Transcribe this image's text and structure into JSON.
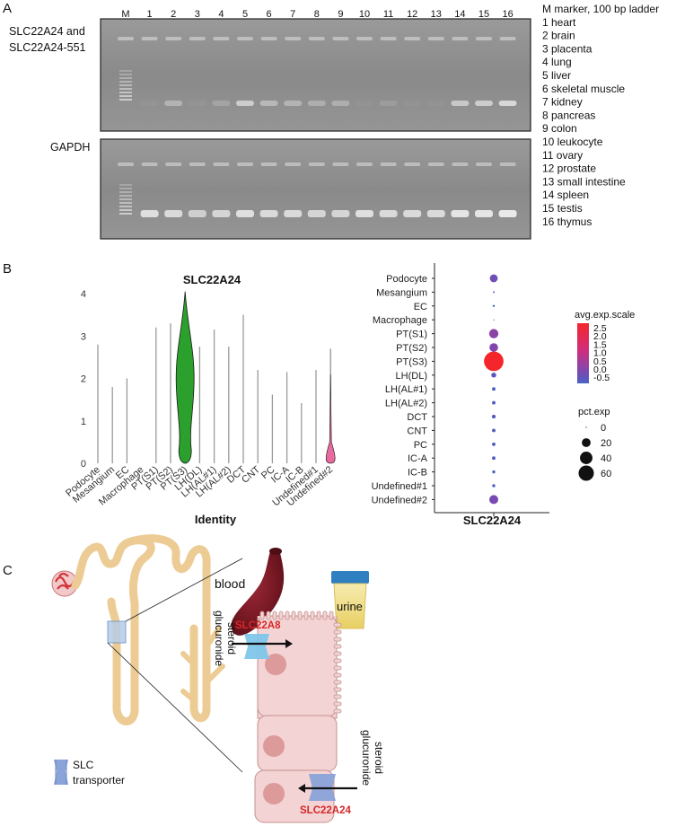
{
  "panels": {
    "a": "A",
    "b": "B",
    "c": "C"
  },
  "gel": {
    "title_line1": "SLC22A24 and",
    "title_line2": "SLC22A24-551",
    "gapdh_label": "GAPDH",
    "lanes": [
      "M",
      "1",
      "2",
      "3",
      "4",
      "5",
      "6",
      "7",
      "8",
      "9",
      "10",
      "11",
      "12",
      "13",
      "14",
      "15",
      "16"
    ],
    "slc_band_intensity": [
      0,
      0.05,
      0.35,
      0.05,
      0.2,
      0.6,
      0.4,
      0.35,
      0.3,
      0.3,
      0.03,
      0.12,
      0.03,
      0.03,
      0.55,
      0.6,
      0.7
    ],
    "gapdh_band_intensity": [
      0,
      0.75,
      0.7,
      0.6,
      0.65,
      0.75,
      0.7,
      0.7,
      0.65,
      0.65,
      0.75,
      0.7,
      0.7,
      0.7,
      0.8,
      0.8,
      0.85
    ],
    "legend": [
      "M marker, 100 bp ladder",
      "1 heart",
      "2 brain",
      "3 placenta",
      "4 lung",
      "5 liver",
      "6 skeletal muscle",
      "7 kidney",
      "8 pancreas",
      "9 colon",
      "10 leukocyte",
      "11 ovary",
      "12 prostate",
      "13 small intestine",
      "14 spleen",
      "15 testis",
      "16 thymus"
    ]
  },
  "chart_data": [
    {
      "type": "violin",
      "title": "SLC22A24",
      "xlabel": "Identity",
      "ylabel": "",
      "ylim": [
        0,
        4.2
      ],
      "yticks": [
        "0",
        "1",
        "2",
        "3",
        "4"
      ],
      "categories": [
        "Podocyte",
        "Mesangium",
        "EC",
        "Macrophage",
        "PT(S1)",
        "PT(S2)",
        "PT(S3)",
        "LH(DL)",
        "LH(AL#1)",
        "LH(AL#2)",
        "DCT",
        "CNT",
        "PC",
        "IC-A",
        "IC-B",
        "Undefined#1",
        "Undefined#2"
      ],
      "max_values": [
        2.8,
        1.8,
        2.0,
        0,
        3.2,
        3.3,
        4.05,
        2.75,
        3.15,
        2.75,
        3.5,
        2.2,
        1.62,
        2.15,
        1.42,
        2.2,
        2.7
      ],
      "highlighted": [
        {
          "category": "PT(S3)",
          "color": "#2ca02c"
        },
        {
          "category": "Undefined#2",
          "color": "#e86aa0"
        }
      ]
    },
    {
      "type": "dot",
      "xlabel": "SLC22A24",
      "categories": [
        "Podocyte",
        "Mesangium",
        "EC",
        "Macrophage",
        "PT(S1)",
        "PT(S2)",
        "PT(S3)",
        "LH(DL)",
        "LH(AL#1)",
        "LH(AL#2)",
        "DCT",
        "CNT",
        "PC",
        "IC-A",
        "IC-B",
        "Undefined#1",
        "Undefined#2"
      ],
      "avg_exp_scale": [
        0.2,
        -0.45,
        -0.45,
        -0.5,
        0.6,
        0.5,
        2.6,
        -0.2,
        -0.4,
        -0.35,
        -0.25,
        -0.3,
        -0.35,
        -0.35,
        -0.45,
        -0.45,
        0.35
      ],
      "pct_exp": [
        10,
        0.5,
        0.8,
        0.2,
        14,
        12,
        62,
        4,
        2,
        2,
        2.5,
        2,
        2,
        2,
        1.5,
        1.5,
        13
      ],
      "color_legend_title": "avg.exp.scale",
      "color_ticks": [
        "2.5",
        "2.0",
        "1.5",
        "1.0",
        "0.5",
        "0.0",
        "-0.5"
      ],
      "size_legend_title": "pct.exp",
      "size_ticks": [
        "0",
        "20",
        "40",
        "60"
      ]
    }
  ],
  "diagram": {
    "blood": "blood",
    "urine": "urine",
    "slc22a8": "SLC22A8",
    "slc22a24": "SLC22A24",
    "steroid_left": "steroid",
    "glucuronide_left": "glucuronide",
    "steroid_right": "steroid",
    "glucuronide_right": "glucuronide",
    "legend_line1": "SLC",
    "legend_line2": "transporter"
  }
}
